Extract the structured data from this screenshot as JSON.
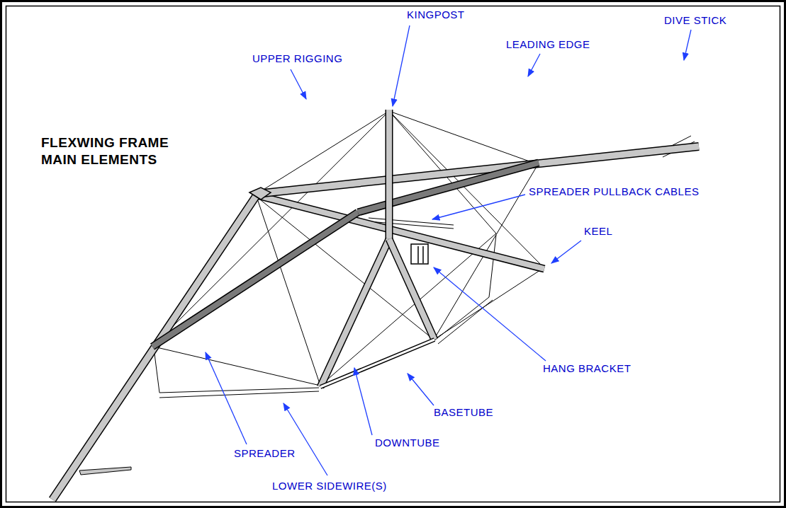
{
  "diagram": {
    "title": "FLEXWING FRAME MAIN ELEMENTS",
    "labels": [
      "KINGPOST",
      "UPPER RIGGING",
      "LEADING EDGE",
      "DIVE STICK",
      "SPREADER PULLBACK CABLES",
      "KEEL",
      "HANG BRACKET",
      "BASETUBE",
      "DOWNTUBE",
      "SPREADER",
      "LOWER SIDEWIRE(S)"
    ]
  }
}
